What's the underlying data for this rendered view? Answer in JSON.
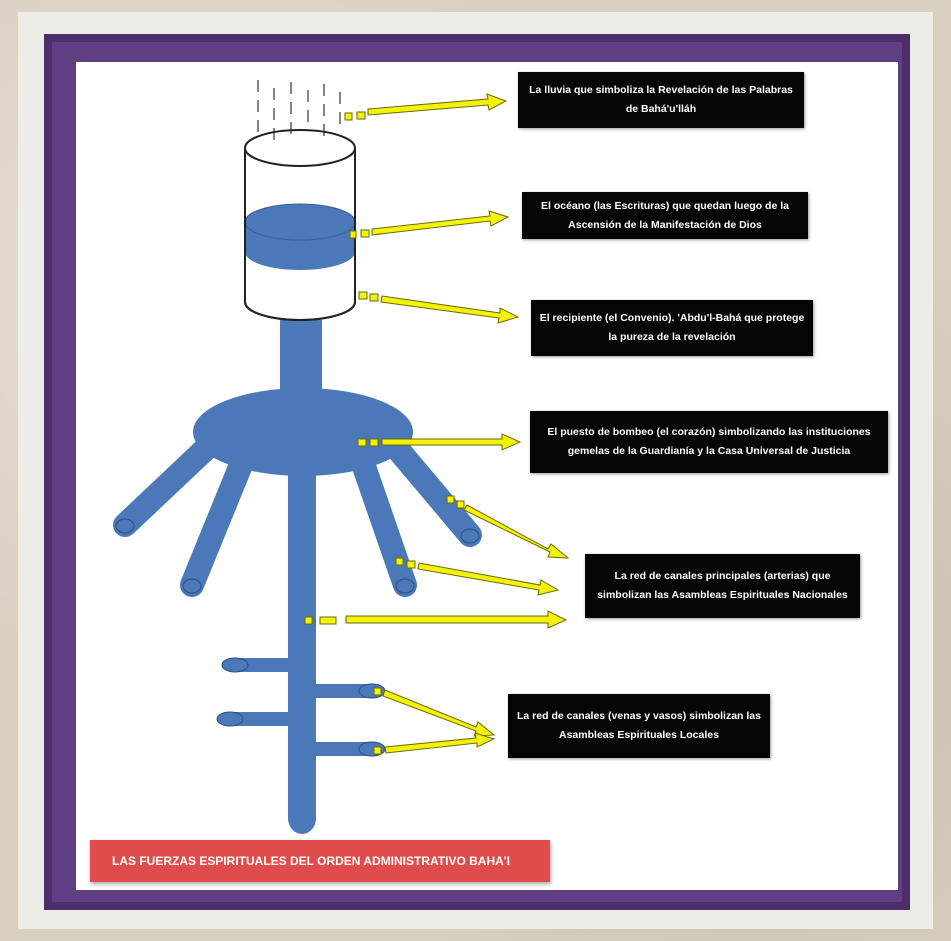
{
  "title": "LAS FUERZAS ESPIRITUALES DEL ORDEN ADMINISTRATIVO BAHA'I",
  "colors": {
    "frame": "#4b2e6a",
    "water": "#4a78b8",
    "arrow": "#f2f20a",
    "label_bg": "#050505",
    "banner": "#e04b4b"
  },
  "labels": [
    {
      "id": "lluvia",
      "lines": [
        "La lluvia que simboliza la Revelación de las Palabras",
        "de Bahá'u'lláh"
      ]
    },
    {
      "id": "oceano",
      "lines": [
        "El océano (las Escrituras) que quedan luego de la",
        "Ascensión de la Manifestación de Dios"
      ]
    },
    {
      "id": "recipiente",
      "lines": [
        "El recipiente (el Convenio). 'Abdu'l-Bahá que protege",
        "la pureza de la revelación"
      ]
    },
    {
      "id": "bombeo",
      "lines": [
        "El puesto de bombeo (el corazón) simbolizando las instituciones",
        "gemelas de la Guardianía y la Casa Universal de Justicia"
      ]
    },
    {
      "id": "arterias",
      "lines": [
        "La red de canales principales (arterias) que",
        "simbolizan las Asambleas Espirituales Nacionales"
      ]
    },
    {
      "id": "venas",
      "lines": [
        "La red de canales (venas y vasos) simbolizan las",
        "Asambleas Espirituales Locales"
      ]
    }
  ]
}
